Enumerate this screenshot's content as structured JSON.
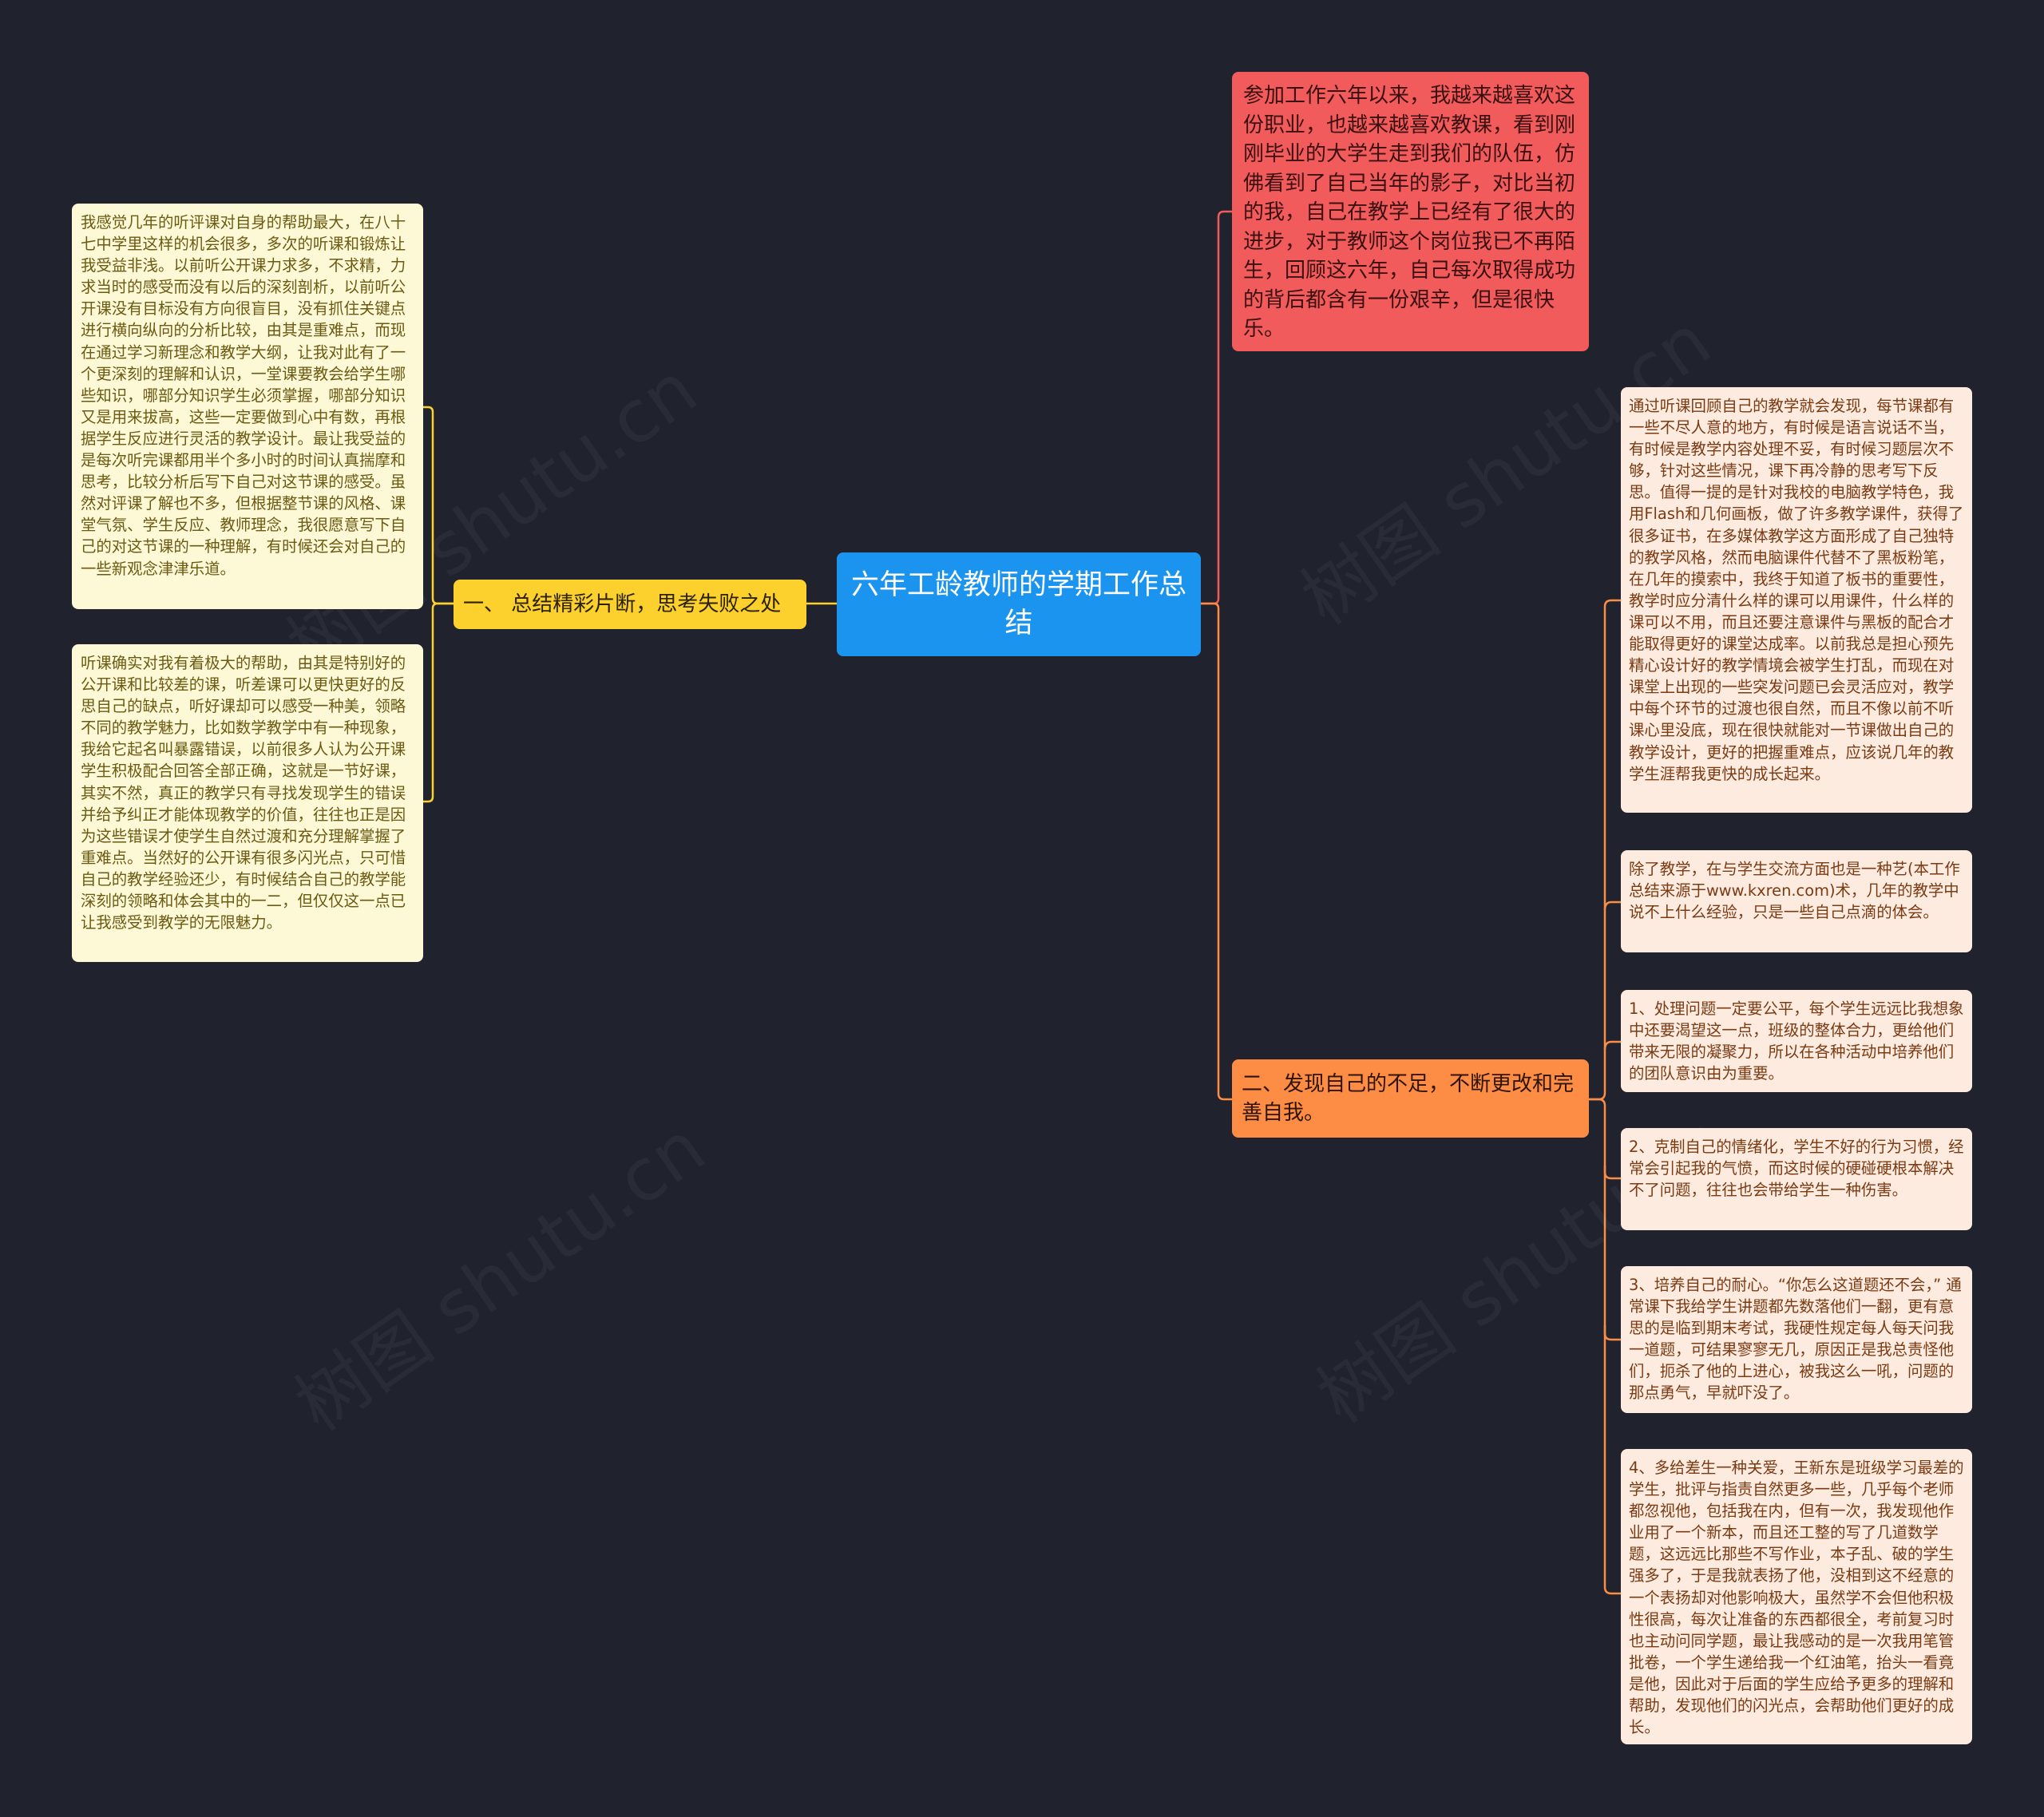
{
  "central": "六年工龄教师的学期工作总结",
  "intro": "参加工作六年以来，我越来越喜欢这份职业，也越来越喜欢教课，看到刚刚毕业的大学生走到我们的队伍，仿佛看到了自己当年的影子，对比当初的我，自己在教学上已经有了很大的进步，对于教师这个岗位我已不再陌生，回顾这六年，自己每次取得成功的背后都含有一份艰辛，但是很快乐。",
  "branch1": {
    "label": "一、 总结精彩片断，思考失败之处",
    "leaves": [
      "我感觉几年的听评课对自身的帮助最大，在八十七中学里这样的机会很多，多次的听课和锻炼让我受益非浅。以前听公开课力求多，不求精，力求当时的感受而没有以后的深刻剖析，以前听公开课没有目标没有方向很盲目，没有抓住关键点进行横向纵向的分析比较，由其是重难点，而现在通过学习新理念和教学大纲，让我对此有了一个更深刻的理解和认识，一堂课要教会给学生哪些知识，哪部分知识学生必须掌握，哪部分知识又是用来拔高，这些一定要做到心中有数，再根据学生反应进行灵活的教学设计。最让我受益的是每次听完课都用半个多小时的时间认真揣摩和思考，比较分析后写下自己对这节课的感受。虽然对评课了解也不多，但根据整节课的风格、课堂气氛、学生反应、教师理念，我很愿意写下自己的对这节课的一种理解，有时候还会对自己的一些新观念津津乐道。",
      "听课确实对我有着极大的帮助，由其是特别好的公开课和比较差的课，听差课可以更快更好的反思自己的缺点，听好课却可以感受一种美，领略不同的教学魅力，比如数学教学中有一种现象，我给它起名叫暴露错误，以前很多人认为公开课学生积极配合回答全部正确，这就是一节好课，其实不然，真正的教学只有寻找发现学生的错误并给予纠正才能体现教学的价值，往往也正是因为这些错误才使学生自然过渡和充分理解掌握了重难点。当然好的公开课有很多闪光点，只可惜自己的教学经验还少，有时候结合自己的教学能深刻的领略和体会其中的一二，但仅仅这一点已让我感受到教学的无限魅力。"
    ]
  },
  "branch2": {
    "label": "二、发现自己的不足，不断更改和完善自我。",
    "leaves": [
      "通过听课回顾自己的教学就会发现，每节课都有一些不尽人意的地方，有时候是语言说话不当，有时候是教学内容处理不妥，有时候习题层次不够，针对这些情况，课下再冷静的思考写下反思。值得一提的是针对我校的电脑教学特色，我用Flash和几何画板，做了许多教学课件，获得了很多证书，在多媒体教学这方面形成了自己独特的教学风格，然而电脑课件代替不了黑板粉笔，在几年的摸索中，我终于知道了板书的重要性，教学时应分清什么样的课可以用课件，什么样的课可以不用，而且还要注意课件与黑板的配合才能取得更好的课堂达成率。以前我总是担心预先精心设计好的教学情境会被学生打乱，而现在对课堂上出现的一些突发问题已会灵活应对，教学中每个环节的过渡也很自然，而且不像以前不听课心里没底，现在很快就能对一节课做出自己的教学设计，更好的把握重难点，应该说几年的教学生涯帮我更快的成长起来。",
      "除了教学，在与学生交流方面也是一种艺(本工作总结来源于www.kxren.com)术，几年的教学中说不上什么经验，只是一些自己点滴的体会。",
      "1、处理问题一定要公平，每个学生远远比我想象中还要渴望这一点，班级的整体合力，更给他们带来无限的凝聚力，所以在各种活动中培养他们的团队意识由为重要。",
      "2、克制自己的情绪化，学生不好的行为习惯，经常会引起我的气愤，而这时候的硬碰硬根本解决不了问题，往往也会带给学生一种伤害。",
      "3、培养自己的耐心。“你怎么这道题还不会，” 通常课下我给学生讲题都先数落他们一翻，更有意思的是临到期末考试，我硬性规定每人每天问我一道题，可结果寥寥无几，原因正是我总责怪他们，扼杀了他的上进心，被我这么一吼，问题的那点勇气，早就吓没了。",
      "4、多给差生一种关爱，王新东是班级学习最差的学生，批评与指责自然更多一些，几乎每个老师都忽视他，包括我在内，但有一次，我发现他作业用了一个新本，而且还工整的写了几道数学题，这远远比那些不写作业，本子乱、破的学生强多了，于是我就表扬了他，没相到这不经意的一个表扬却对他影响极大，虽然学不会但他积极性很高，每次让准备的东西都很全，考前复习时也主动问同学题，最让我感动的是一次我用笔管批卷，一个学生递给我一个红油笔，抬头一看竟是他，因此对于后面的学生应给予更多的理解和帮助，发现他们的闪光点，会帮助他们更好的成长。"
    ]
  },
  "watermark": "树图 shutu.cn",
  "colors": {
    "background": "#20222e",
    "central": "#1b94ef",
    "intro": "#f25b5b",
    "branch1": "#fcd12d",
    "branch2": "#fd8d44",
    "leaf_yellow": "#fdf8d6",
    "leaf_orange": "#fdebe0"
  }
}
